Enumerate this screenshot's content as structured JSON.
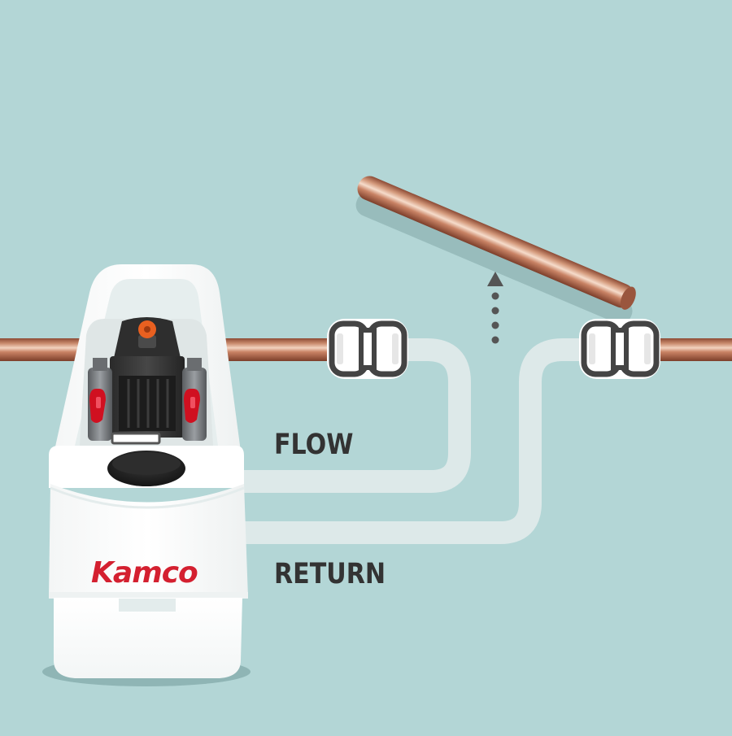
{
  "labels": {
    "flow": "FLOW",
    "return": "RETURN"
  },
  "brand": {
    "name": "Kamco"
  },
  "colors": {
    "background": "#b3d6d6",
    "hose": "#dde9e9",
    "copper": "#c07c5c",
    "brand_red": "#d42030",
    "label_text": "#333333",
    "valve_red": "#d01020",
    "cap_orange": "#e86020"
  },
  "icons": {
    "direction_indicator": "arrow-up-dotted-icon"
  }
}
